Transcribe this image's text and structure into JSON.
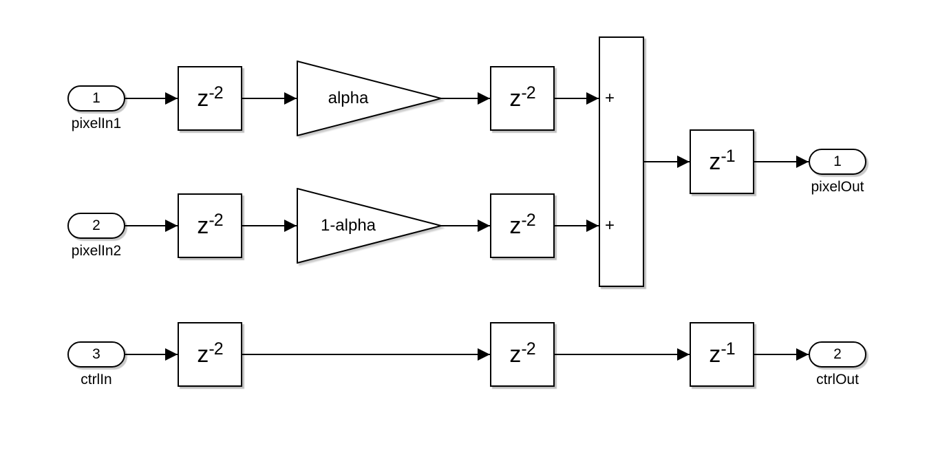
{
  "diagram": {
    "colors": {
      "background": "#ffffff",
      "stroke": "#000000",
      "block_fill": "#ffffff"
    },
    "inports": [
      {
        "number": "1",
        "label": "pixelIn1"
      },
      {
        "number": "2",
        "label": "pixelIn2"
      },
      {
        "number": "3",
        "label": "ctrlIn"
      }
    ],
    "outports": [
      {
        "number": "1",
        "label": "pixelOut"
      },
      {
        "number": "2",
        "label": "ctrlOut"
      }
    ],
    "delays": [
      {
        "base": "z",
        "exponent": "-2"
      },
      {
        "base": "z",
        "exponent": "-2"
      },
      {
        "base": "z",
        "exponent": "-1"
      },
      {
        "base": "z",
        "exponent": "-2"
      },
      {
        "base": "z",
        "exponent": "-2"
      },
      {
        "base": "z",
        "exponent": "-2"
      },
      {
        "base": "z",
        "exponent": "-2"
      },
      {
        "base": "z",
        "exponent": "-1"
      }
    ],
    "gains": [
      {
        "label": "alpha"
      },
      {
        "label": "1-alpha"
      }
    ],
    "sum": {
      "inputs": [
        "+",
        "+"
      ]
    }
  }
}
